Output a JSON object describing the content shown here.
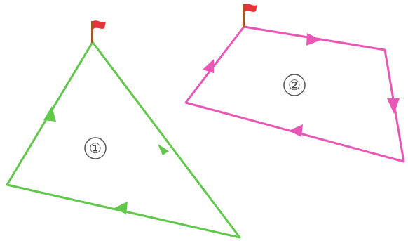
{
  "diagram": {
    "shapes": [
      {
        "id": "triangle",
        "label": "①",
        "color": "#5fc74a",
        "direction": "clockwise",
        "start_marker": "flag-icon"
      },
      {
        "id": "quadrilateral",
        "label": "②",
        "color": "#e956b6",
        "direction": "clockwise",
        "start_marker": "flag-icon"
      }
    ],
    "flag": {
      "pole_color": "#9a5a2a",
      "flag_color": "#e8323a"
    }
  }
}
